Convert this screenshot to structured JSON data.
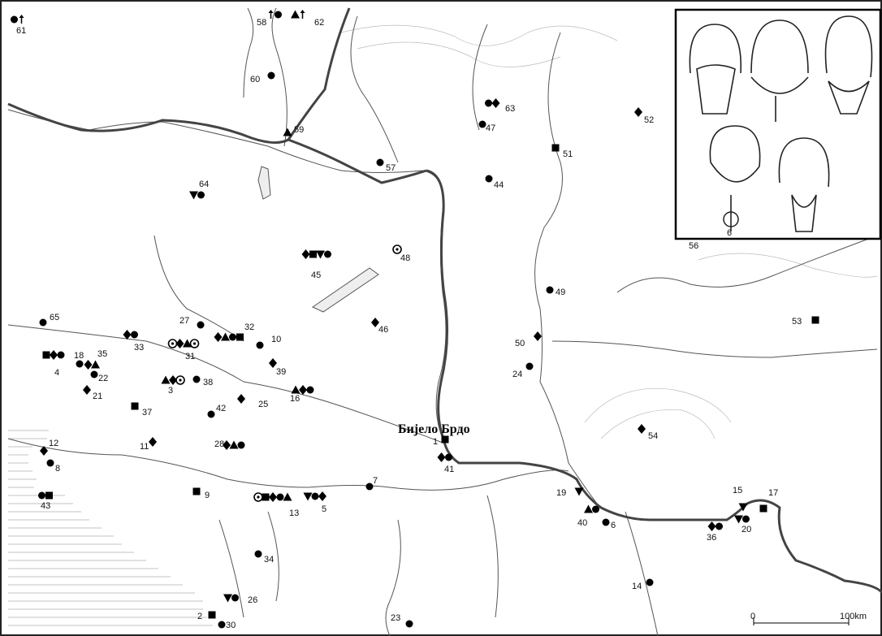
{
  "title": "Бијело Брдо",
  "scale": {
    "zero": "0",
    "end": "100km"
  },
  "sites": [
    {
      "id": "1",
      "label": "1",
      "types": [
        "square"
      ]
    },
    {
      "id": "2",
      "label": "2",
      "types": [
        "square"
      ]
    },
    {
      "id": "3",
      "label": "3",
      "types": [
        "triangle",
        "diamond",
        "ring"
      ]
    },
    {
      "id": "4",
      "label": "4",
      "types": [
        "square",
        "diamond",
        "circle"
      ]
    },
    {
      "id": "5",
      "label": "5",
      "types": [
        "down-triangle",
        "circle",
        "diamond"
      ]
    },
    {
      "id": "6",
      "label": "6",
      "types": [
        "circle"
      ]
    },
    {
      "id": "7",
      "label": "7",
      "types": [
        "circle"
      ]
    },
    {
      "id": "8",
      "label": "8",
      "types": [
        "circle"
      ]
    },
    {
      "id": "9",
      "label": "9",
      "types": [
        "square"
      ]
    },
    {
      "id": "10",
      "label": "10",
      "types": [
        "circle"
      ]
    },
    {
      "id": "11",
      "label": "11",
      "types": [
        "diamond"
      ]
    },
    {
      "id": "12",
      "label": "12",
      "types": [
        "diamond"
      ]
    },
    {
      "id": "13",
      "label": "13",
      "types": [
        "ring",
        "square",
        "diamond",
        "circle",
        "triangle"
      ]
    },
    {
      "id": "14",
      "label": "14",
      "types": [
        "circle"
      ]
    },
    {
      "id": "15",
      "label": "15",
      "types": [
        "down-triangle"
      ]
    },
    {
      "id": "16",
      "label": "16",
      "types": [
        "triangle",
        "diamond",
        "circle"
      ]
    },
    {
      "id": "17",
      "label": "17",
      "types": [
        "square"
      ]
    },
    {
      "id": "18",
      "label": "18",
      "types": [
        "circle"
      ]
    },
    {
      "id": "19",
      "label": "19",
      "types": [
        "down-triangle"
      ]
    },
    {
      "id": "20",
      "label": "20",
      "types": [
        "down-triangle",
        "circle"
      ]
    },
    {
      "id": "21",
      "label": "21",
      "types": [
        "diamond"
      ]
    },
    {
      "id": "22",
      "label": "22",
      "types": [
        "circle"
      ]
    },
    {
      "id": "23",
      "label": "23",
      "types": [
        "circle"
      ]
    },
    {
      "id": "24",
      "label": "24",
      "types": [
        "circle"
      ]
    },
    {
      "id": "25",
      "label": "25",
      "types": [
        "diamond"
      ]
    },
    {
      "id": "26",
      "label": "26",
      "types": [
        "down-triangle",
        "circle"
      ]
    },
    {
      "id": "27",
      "label": "27",
      "types": [
        "circle"
      ]
    },
    {
      "id": "28",
      "label": "28",
      "types": [
        "diamond",
        "triangle",
        "circle"
      ]
    },
    {
      "id": "30",
      "label": "30",
      "types": [
        "circle"
      ]
    },
    {
      "id": "31",
      "label": "31",
      "types": [
        "ring",
        "diamond",
        "triangle",
        "ring"
      ]
    },
    {
      "id": "32",
      "label": "32",
      "types": [
        "diamond",
        "triangle",
        "circle",
        "square"
      ]
    },
    {
      "id": "33",
      "label": "33",
      "types": [
        "diamond",
        "circle"
      ]
    },
    {
      "id": "34",
      "label": "34",
      "types": [
        "circle"
      ]
    },
    {
      "id": "35",
      "label": "35",
      "types": [
        "diamond",
        "triangle"
      ]
    },
    {
      "id": "36",
      "label": "36",
      "types": [
        "diamond",
        "circle"
      ]
    },
    {
      "id": "37",
      "label": "37",
      "types": [
        "square"
      ]
    },
    {
      "id": "38",
      "label": "38",
      "types": [
        "circle"
      ]
    },
    {
      "id": "39",
      "label": "39",
      "types": [
        "diamond"
      ]
    },
    {
      "id": "40",
      "label": "40",
      "types": [
        "triangle",
        "circle"
      ]
    },
    {
      "id": "41",
      "label": "41",
      "types": [
        "diamond",
        "circle"
      ]
    },
    {
      "id": "42",
      "label": "42",
      "types": [
        "circle"
      ]
    },
    {
      "id": "43",
      "label": "43",
      "types": [
        "circle",
        "square"
      ]
    },
    {
      "id": "44",
      "label": "44",
      "types": [
        "circle"
      ]
    },
    {
      "id": "45",
      "label": "45",
      "types": [
        "diamond",
        "square",
        "down-triangle",
        "circle"
      ]
    },
    {
      "id": "46",
      "label": "46",
      "types": [
        "diamond"
      ]
    },
    {
      "id": "47",
      "label": "47",
      "types": [
        "circle"
      ]
    },
    {
      "id": "48",
      "label": "48",
      "types": [
        "ring"
      ]
    },
    {
      "id": "49",
      "label": "49",
      "types": [
        "circle"
      ]
    },
    {
      "id": "50",
      "label": "50",
      "types": [
        "diamond"
      ]
    },
    {
      "id": "51",
      "label": "51",
      "types": [
        "square"
      ]
    },
    {
      "id": "52",
      "label": "52",
      "types": [
        "diamond"
      ]
    },
    {
      "id": "53",
      "label": "53",
      "types": [
        "square"
      ]
    },
    {
      "id": "54",
      "label": "54",
      "types": [
        "diamond"
      ]
    },
    {
      "id": "56",
      "label": "56",
      "types": []
    },
    {
      "id": "57",
      "label": "57",
      "types": [
        "circle"
      ]
    },
    {
      "id": "58",
      "label": "58",
      "types": [
        "arrow",
        "circle"
      ]
    },
    {
      "id": "59",
      "label": "59",
      "types": [
        "triangle"
      ]
    },
    {
      "id": "60",
      "label": "60",
      "types": [
        "circle"
      ]
    },
    {
      "id": "61",
      "label": "61",
      "types": [
        "circle",
        "arrow"
      ]
    },
    {
      "id": "62",
      "label": "62",
      "types": [
        "triangle",
        "arrow"
      ]
    },
    {
      "id": "63",
      "label": "63",
      "types": [
        "circle",
        "diamond"
      ]
    },
    {
      "id": "64",
      "label": "64",
      "types": [
        "down-triangle",
        "circle"
      ]
    },
    {
      "id": "65",
      "label": "65",
      "types": [
        "circle"
      ]
    }
  ],
  "inset": {
    "caption": "6"
  }
}
